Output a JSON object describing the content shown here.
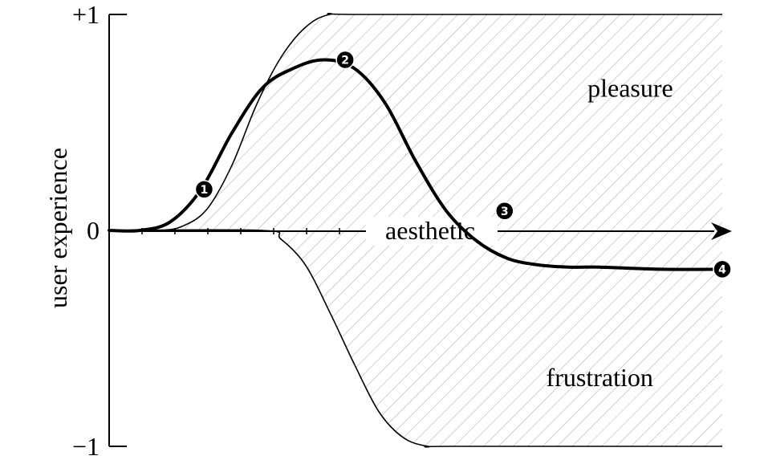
{
  "chart_data": {
    "type": "line",
    "title": "",
    "xlabel": "aesthetic",
    "ylabel": "user experience",
    "xlim": [
      0,
      1
    ],
    "ylim": [
      -1,
      1
    ],
    "yticks": [
      {
        "value": 1,
        "label": "+1"
      },
      {
        "value": 0,
        "label": "0"
      },
      {
        "value": -1,
        "label": "−1"
      }
    ],
    "grid": false,
    "legend": "none",
    "regions": [
      {
        "label": "pleasure",
        "label_at": [
          0.85,
          0.66
        ]
      },
      {
        "label": "frustration",
        "label_at": [
          0.8,
          -0.68
        ]
      }
    ],
    "series": [
      {
        "role": "upper-bound",
        "x": [
          0,
          0.08,
          0.12,
          0.16,
          0.2,
          0.24,
          0.28,
          0.32,
          0.36,
          0.42,
          1.0
        ],
        "y": [
          0,
          0,
          0.02,
          0.1,
          0.3,
          0.58,
          0.8,
          0.94,
          1.0,
          1.0,
          1.0
        ]
      },
      {
        "role": "lower-bound",
        "x": [
          0,
          0.25,
          0.28,
          0.32,
          0.36,
          0.4,
          0.44,
          0.48,
          0.52,
          0.56,
          1.0
        ],
        "y": [
          0,
          0,
          -0.04,
          -0.16,
          -0.38,
          -0.62,
          -0.84,
          -0.96,
          -1.0,
          -1.0,
          -1.0
        ]
      },
      {
        "role": "experience-path",
        "x": [
          0,
          0.05,
          0.1,
          0.15,
          0.2,
          0.25,
          0.3,
          0.35,
          0.4,
          0.45,
          0.5,
          0.55,
          0.6,
          0.65,
          0.7,
          0.75,
          0.8,
          0.9,
          1.0
        ],
        "y": [
          0,
          0.0,
          0.04,
          0.19,
          0.45,
          0.66,
          0.75,
          0.79,
          0.75,
          0.59,
          0.32,
          0.09,
          -0.05,
          -0.13,
          -0.16,
          -0.17,
          -0.17,
          -0.18,
          -0.18
        ]
      }
    ],
    "points": [
      {
        "label": "1",
        "x": 0.155,
        "y": 0.19
      },
      {
        "label": "2",
        "x": 0.385,
        "y": 0.79
      },
      {
        "label": "3",
        "x": 0.645,
        "y": 0.09
      },
      {
        "label": "4",
        "x": 1.0,
        "y": -0.18
      }
    ]
  }
}
